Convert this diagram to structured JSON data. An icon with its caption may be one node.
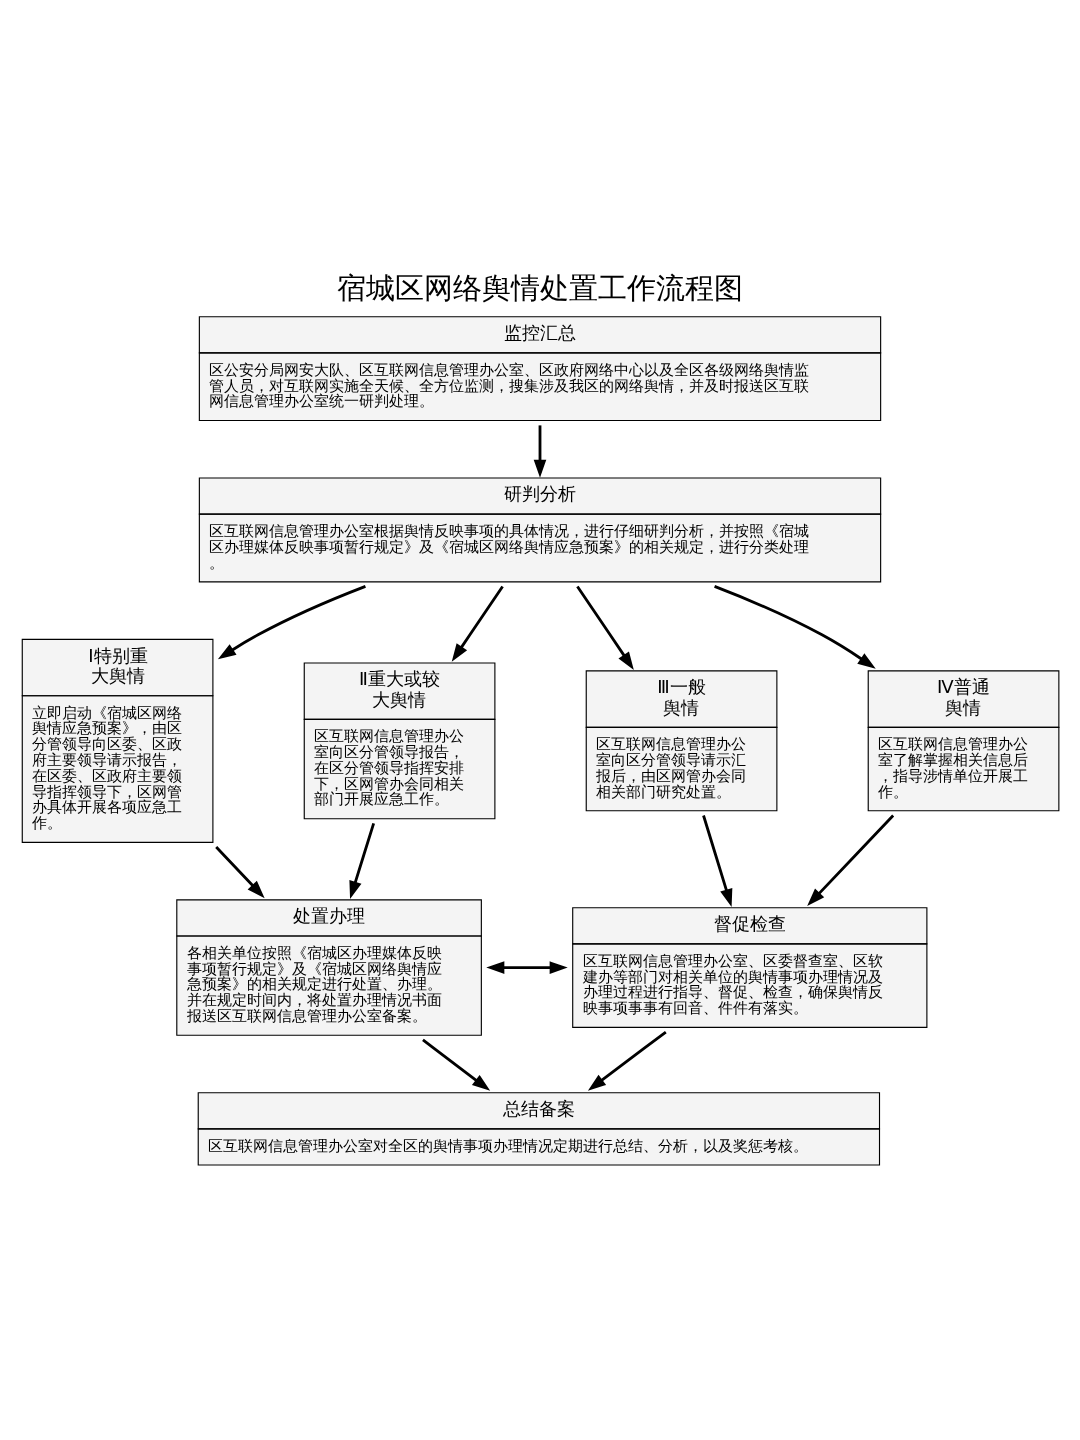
{
  "diagram": {
    "title": "宿城区网络舆情处置工作流程图",
    "nodes": [
      {
        "text": [
          "监控汇总",
          "区公安分局网安大队、区互联网信息管理办公室、区政府网络中心以及全区各级网络舆情监管人员，对互联网实施全天候、全方位监测，搜集涉及我区的网络舆情，并及时报送区互联网信息管理办公室统一研判处理。"
        ]
      },
      {
        "text": [
          "研判分析",
          "区互联网信息管理办公室根据舆情反映事项的具体情况，进行仔细研判分析，并按照《宿城区办理媒体反映事项暂行规定》及《宿城区网络舆情应急预案》的相关规定，进行分类处理。"
        ]
      },
      {
        "text": [
          "Ⅰ特别重大舆情",
          "立即启动《宿城区网络舆情应急预案》，由区分管领导向区委、区政府主要领导请示报告，在区委、区政府主要领导指挥领导下，区网管办具体开展各项应急工作。"
        ]
      },
      {
        "text": [
          "Ⅱ重大或较大舆情",
          "区互联网信息管理办公室向区分管领导报告，在区分管领导指挥安排下，区网管办会同相关部门开展应急工作。"
        ]
      },
      {
        "text": [
          "Ⅲ一般舆情",
          "区互联网信息管理办公室向区分管领导请示汇报后，由区网管办会同相关部门研究处置。"
        ]
      },
      {
        "text": [
          "Ⅳ普通舆情",
          "区互联网信息管理办公室了解掌握相关信息后，指导涉情单位开展工作。"
        ]
      },
      {
        "text": [
          "处置办理",
          "各相关单位按照《宿城区办理媒体反映事项暂行规定》及《宿城区网络舆情应急预案》的相关规定进行处置、办理。并在规定时间内，将处置办理情况书面报送区互联网信息管理办公室备案。"
        ]
      },
      {
        "text": [
          "督促检查",
          "区互联网信息管理办公室、区委督查室、区软建办等部门对相关单位的舆情事项办理情况及办理过程进行指导、督促、检查，确保舆情反映事项事事有回音、件件有落实。"
        ]
      },
      {
        "text": [
          "总结备案",
          "区互联网信息管理办公室对全区的舆情事项办理情况定期进行总结、分析，以及奖惩考核。"
        ]
      }
    ],
    "edges": [
      {
        "from": 0,
        "to": 1,
        "arrow": "to"
      },
      {
        "from": 1,
        "to": 2,
        "arrow": "to"
      },
      {
        "from": 1,
        "to": 3,
        "arrow": "to"
      },
      {
        "from": 1,
        "to": 4,
        "arrow": "to"
      },
      {
        "from": 1,
        "to": 5,
        "arrow": "to"
      },
      {
        "from": 2,
        "to": 6,
        "arrow": "to"
      },
      {
        "from": 3,
        "to": 6,
        "arrow": "to"
      },
      {
        "from": 4,
        "to": 7,
        "arrow": "to"
      },
      {
        "from": 5,
        "to": 7,
        "arrow": "to"
      },
      {
        "from": 6,
        "to": 7,
        "arrow": "both"
      },
      {
        "from": 6,
        "to": 8,
        "arrow": "to"
      },
      {
        "from": 7,
        "to": 8,
        "arrow": "to"
      }
    ]
  }
}
